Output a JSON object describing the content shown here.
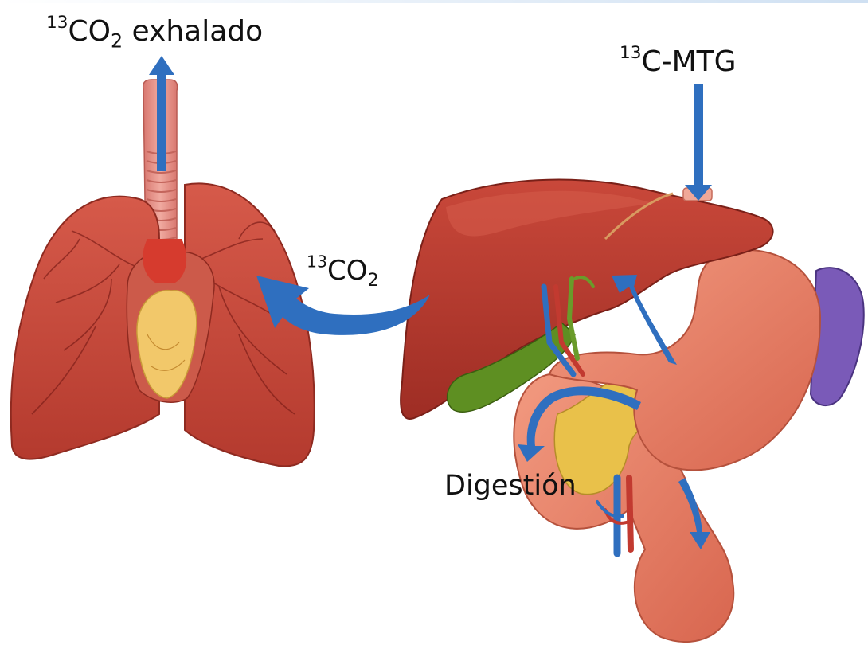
{
  "labels": {
    "exhaled": {
      "superscript": "13",
      "formula": "CO",
      "subscript": "2",
      "text": " exhalado"
    },
    "substrate": {
      "superscript": "13",
      "text": "C-MTG"
    },
    "blood_co2": {
      "superscript": "13",
      "formula": "CO",
      "subscript": "2"
    },
    "digestion": {
      "text": "Digestión"
    }
  },
  "colors": {
    "arrow": "#2f6fbf",
    "lung": "#c94a3c",
    "liver": "#b83a2e",
    "stomach": "#e8816a",
    "gallbladder": "#5e8f22",
    "pancreas": "#e9c14a",
    "spleen": "#7a5ab8",
    "heart_fat": "#f2c86a"
  }
}
